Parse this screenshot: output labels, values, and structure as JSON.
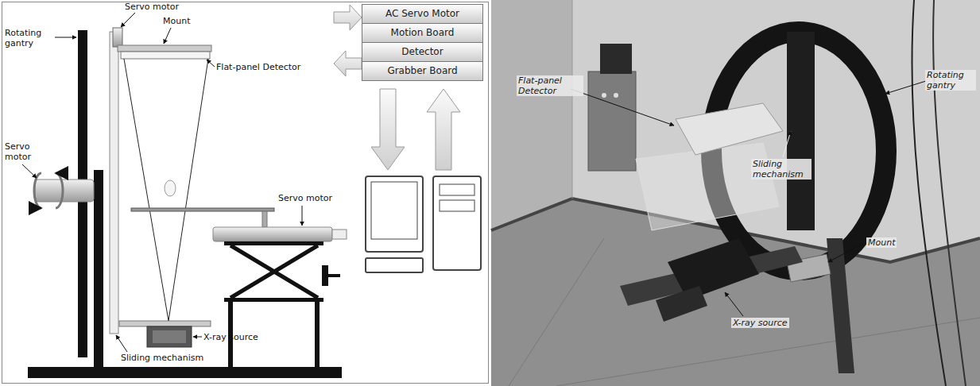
{
  "diagram": {
    "nodes": [
      {
        "text": [
          "AC Servo Motor"
        ]
      },
      {
        "text": [
          "Motion Board"
        ]
      },
      {
        "text": [
          "Detector"
        ]
      },
      {
        "text": [
          "Grabber Board"
        ]
      }
    ],
    "labels": [
      "Servo motor",
      "Rotating gantry",
      "Mount",
      "Flat-panel Detector",
      "Servo motor",
      "Servo motor",
      "X-ray source",
      "Sliding mechanism",
      "Flat-panel Detector",
      "Rotating gantry",
      "Sliding mechanism",
      "Mount",
      "X-ray source"
    ]
  }
}
